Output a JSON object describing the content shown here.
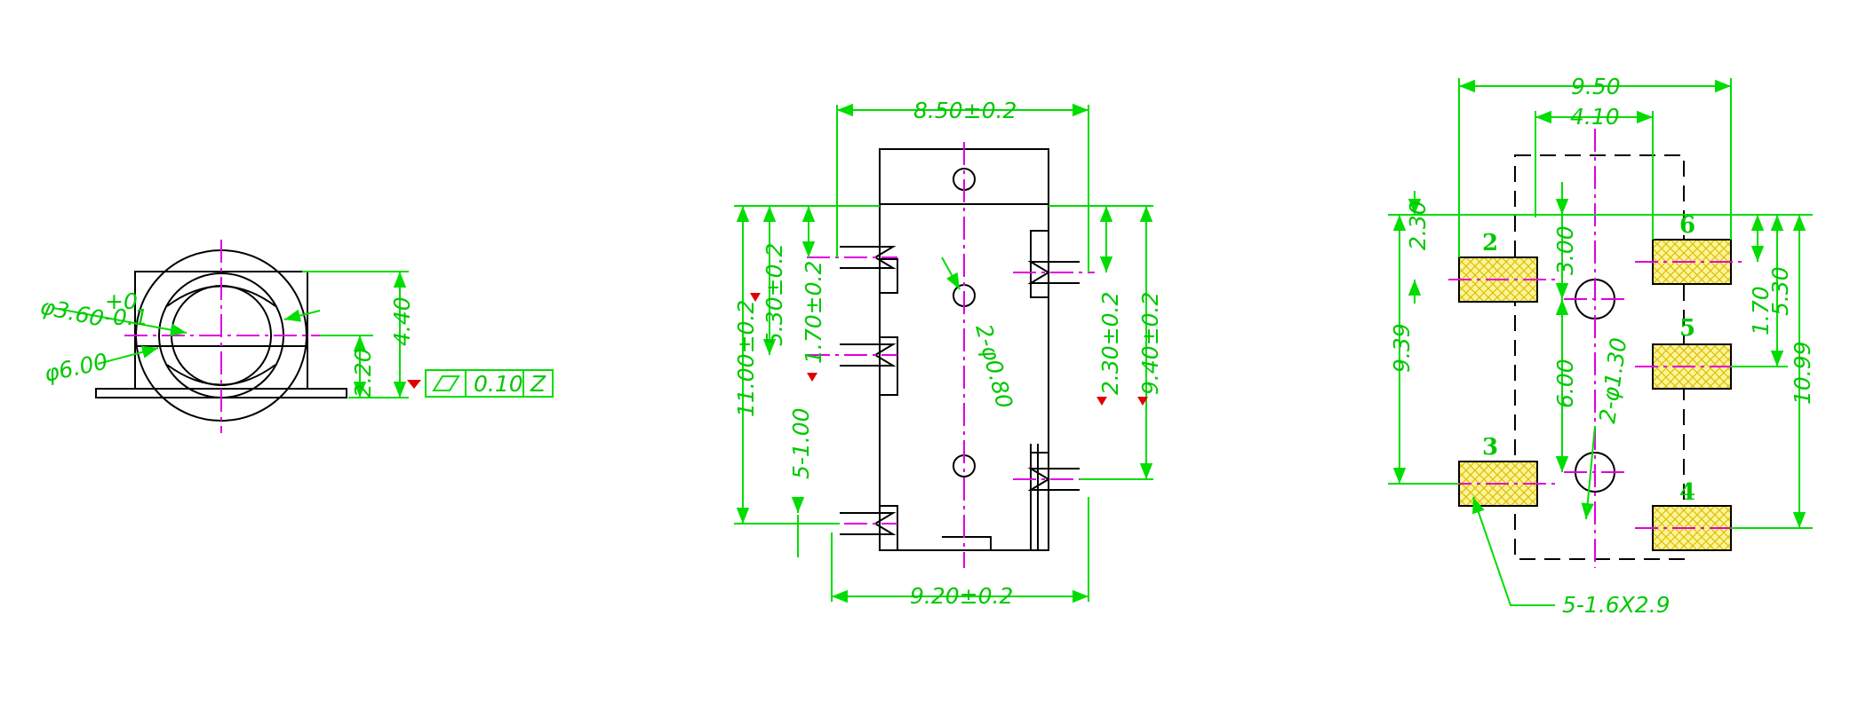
{
  "side_view": {
    "dim_dia_inner": "φ3.60",
    "dim_dia_inner_tol_upper": "+0",
    "dim_dia_inner_tol_lower": "-0.1",
    "dim_dia_outer": "φ6.00",
    "dim_center_height": "2.20",
    "dim_total_height": "4.40",
    "flatness_tolerance": "0.10",
    "flatness_datum": "Z"
  },
  "front_view": {
    "dim_top_width": "8.50±0.2",
    "dim_bottom_width": "9.20±0.2",
    "dim_total_length": "11.00±0.2",
    "dim_pin_offset_1": "5.30±0.2",
    "dim_pin_offset_2": "1.70±0.2",
    "dim_pin_width": "5-1.00",
    "dim_hole": "2-φ0.80",
    "dim_right_offset_1": "2.30±0.2",
    "dim_right_offset_2": "9.40±0.2"
  },
  "footprint": {
    "dim_width": "9.50",
    "dim_inner_width": "4.10",
    "dim_left_top": "2.30",
    "dim_left_span": "9.39",
    "dim_center_upper": "3.00",
    "dim_center_lower": "6.00",
    "dim_holes": "2-φ1.30",
    "dim_right_upper": "1.70",
    "dim_right_mid": "5.30",
    "dim_right_total": "10.99",
    "pad_spec": "5-1.6X2.9",
    "pad_labels": [
      "2",
      "6",
      "5",
      "3",
      "4"
    ]
  },
  "colors": {
    "outline": "#000000",
    "dimension": "#00dd00",
    "centerline": "#e000e0",
    "pad_fill": "#fff39a",
    "marker": "#e00000"
  }
}
